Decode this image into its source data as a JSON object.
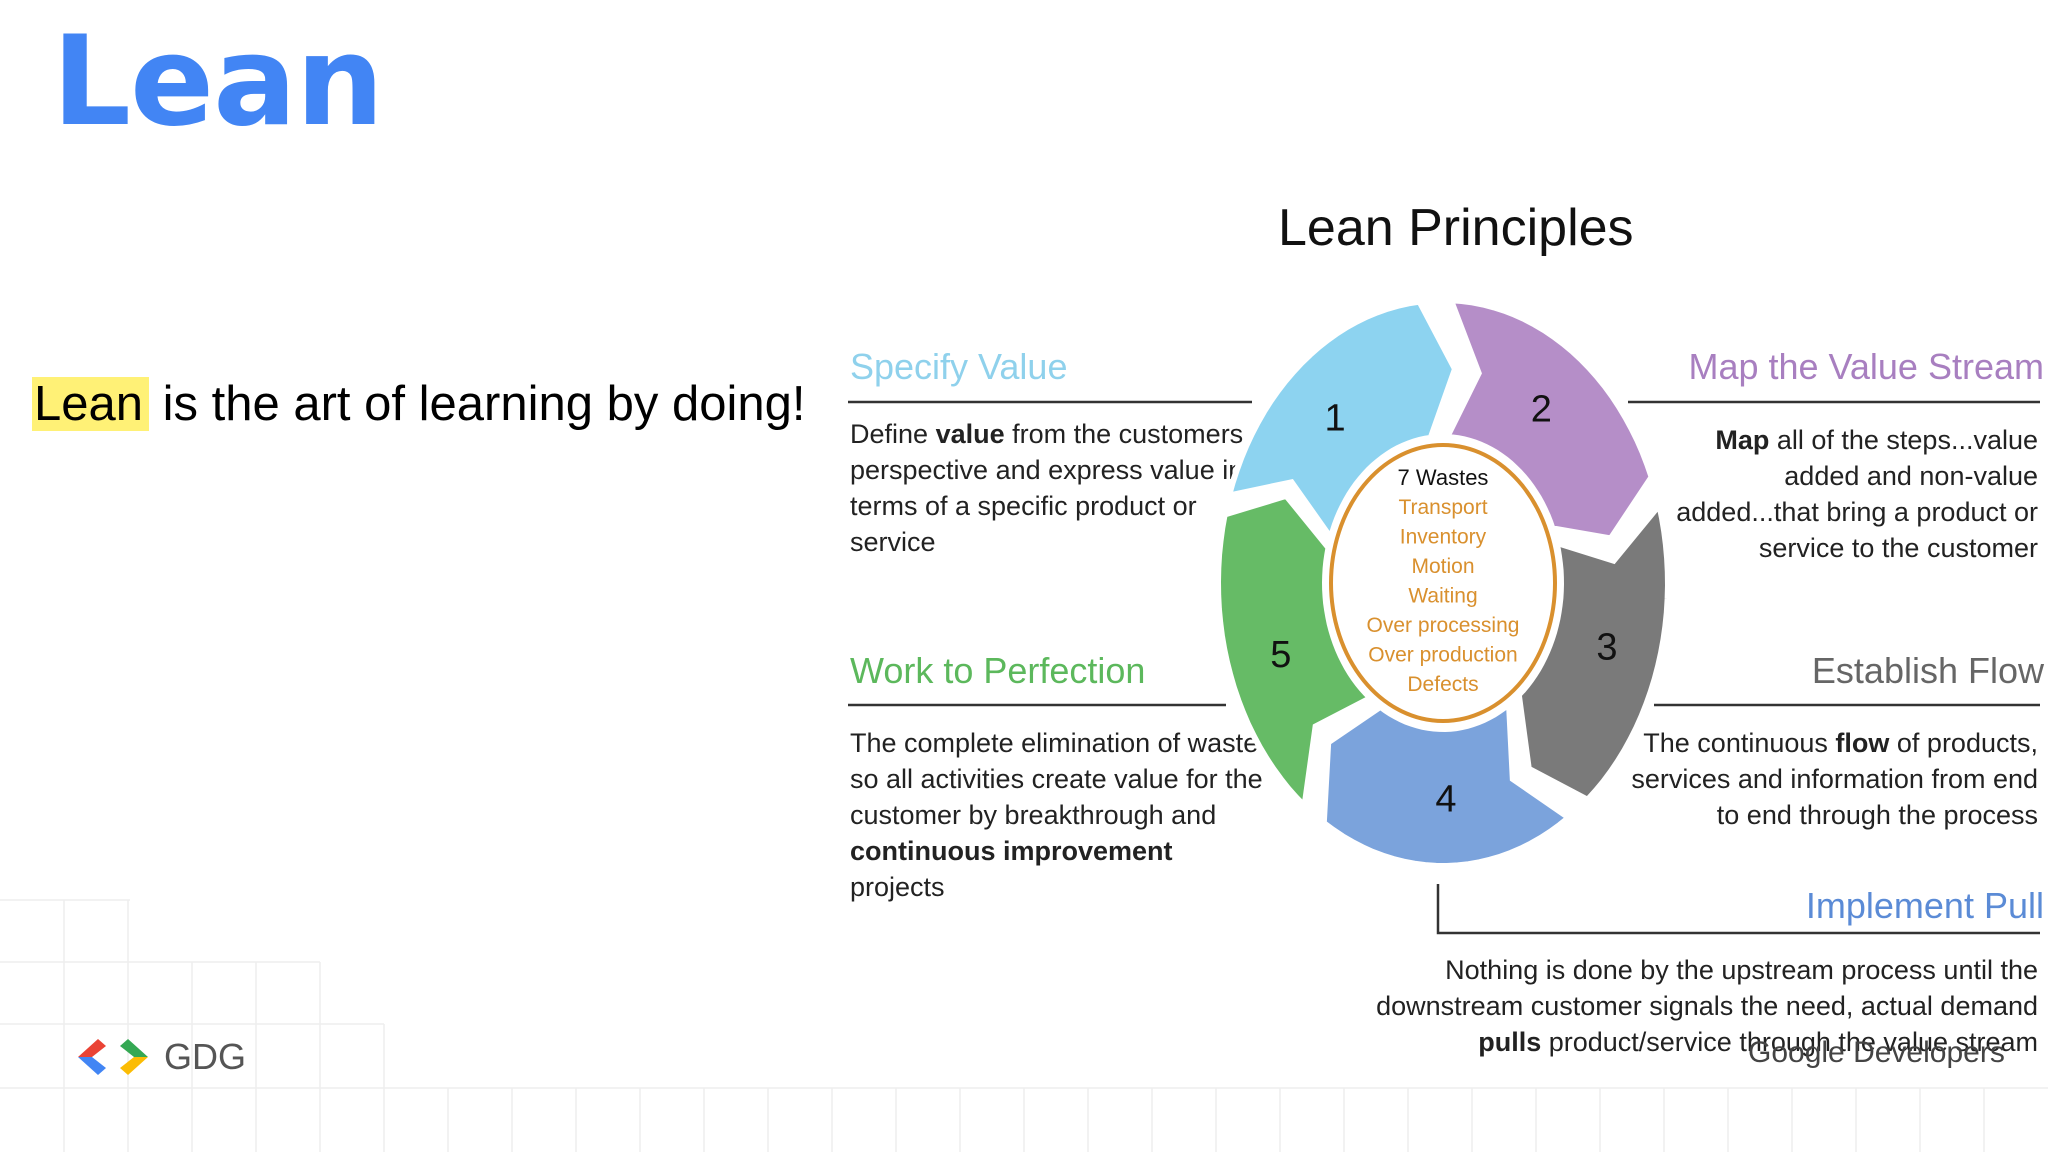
{
  "slide": {
    "title": "Lean",
    "tagline_highlight": "Lean",
    "tagline_rest": " is the art of learning by doing!"
  },
  "diagram": {
    "title": "Lean Principles",
    "segments": [
      {
        "num": "1",
        "color": "#8dd3f0"
      },
      {
        "num": "2",
        "color": "#b58ec8"
      },
      {
        "num": "3",
        "color": "#7a7a7a"
      },
      {
        "num": "4",
        "color": "#7ba3dc"
      },
      {
        "num": "5",
        "color": "#66bb66"
      }
    ],
    "center": {
      "heading": "7 Wastes",
      "items": [
        "Transport",
        "Inventory",
        "Motion",
        "Waiting",
        "Over processing",
        "Over production",
        "Defects"
      ],
      "item_color": "#d9902e",
      "ring_color": "#d9902e"
    },
    "principles": {
      "specify": {
        "title": "Specify Value",
        "lines": [
          [
            "Define ",
            "value",
            " from the customers"
          ],
          [
            "perspective and express value in"
          ],
          [
            "terms of a specific product or"
          ],
          [
            "service"
          ]
        ]
      },
      "map": {
        "title": "Map the Value Stream",
        "lines": [
          [
            "",
            "Map",
            " all of the steps...value"
          ],
          [
            "added and non-value"
          ],
          [
            "added...that bring a product or"
          ],
          [
            "service to the customer"
          ]
        ]
      },
      "work": {
        "title": "Work to Perfection",
        "lines": [
          [
            "The complete elimination of waste"
          ],
          [
            "so all activities create value for the"
          ],
          [
            "customer by breakthrough and"
          ],
          [
            "",
            "continuous improvement",
            ""
          ],
          [
            "projects"
          ]
        ]
      },
      "flow": {
        "title": "Establish Flow",
        "lines": [
          [
            "The continuous ",
            "flow",
            " of products,"
          ],
          [
            "services and information from end"
          ],
          [
            "to end through the process"
          ]
        ]
      },
      "pull": {
        "title": "Implement Pull",
        "lines": [
          [
            "Nothing is done by the upstream process until the"
          ],
          [
            "downstream customer signals the need, actual demand"
          ],
          [
            "",
            "pulls",
            " product/service through the value stream"
          ]
        ]
      }
    }
  },
  "footer": {
    "logo_text": "GDG",
    "brand": "Google Developers",
    "logo_colors": {
      "red": "#ea4335",
      "blue": "#4285f4",
      "green": "#34a853",
      "yellow": "#fbbc04"
    }
  }
}
